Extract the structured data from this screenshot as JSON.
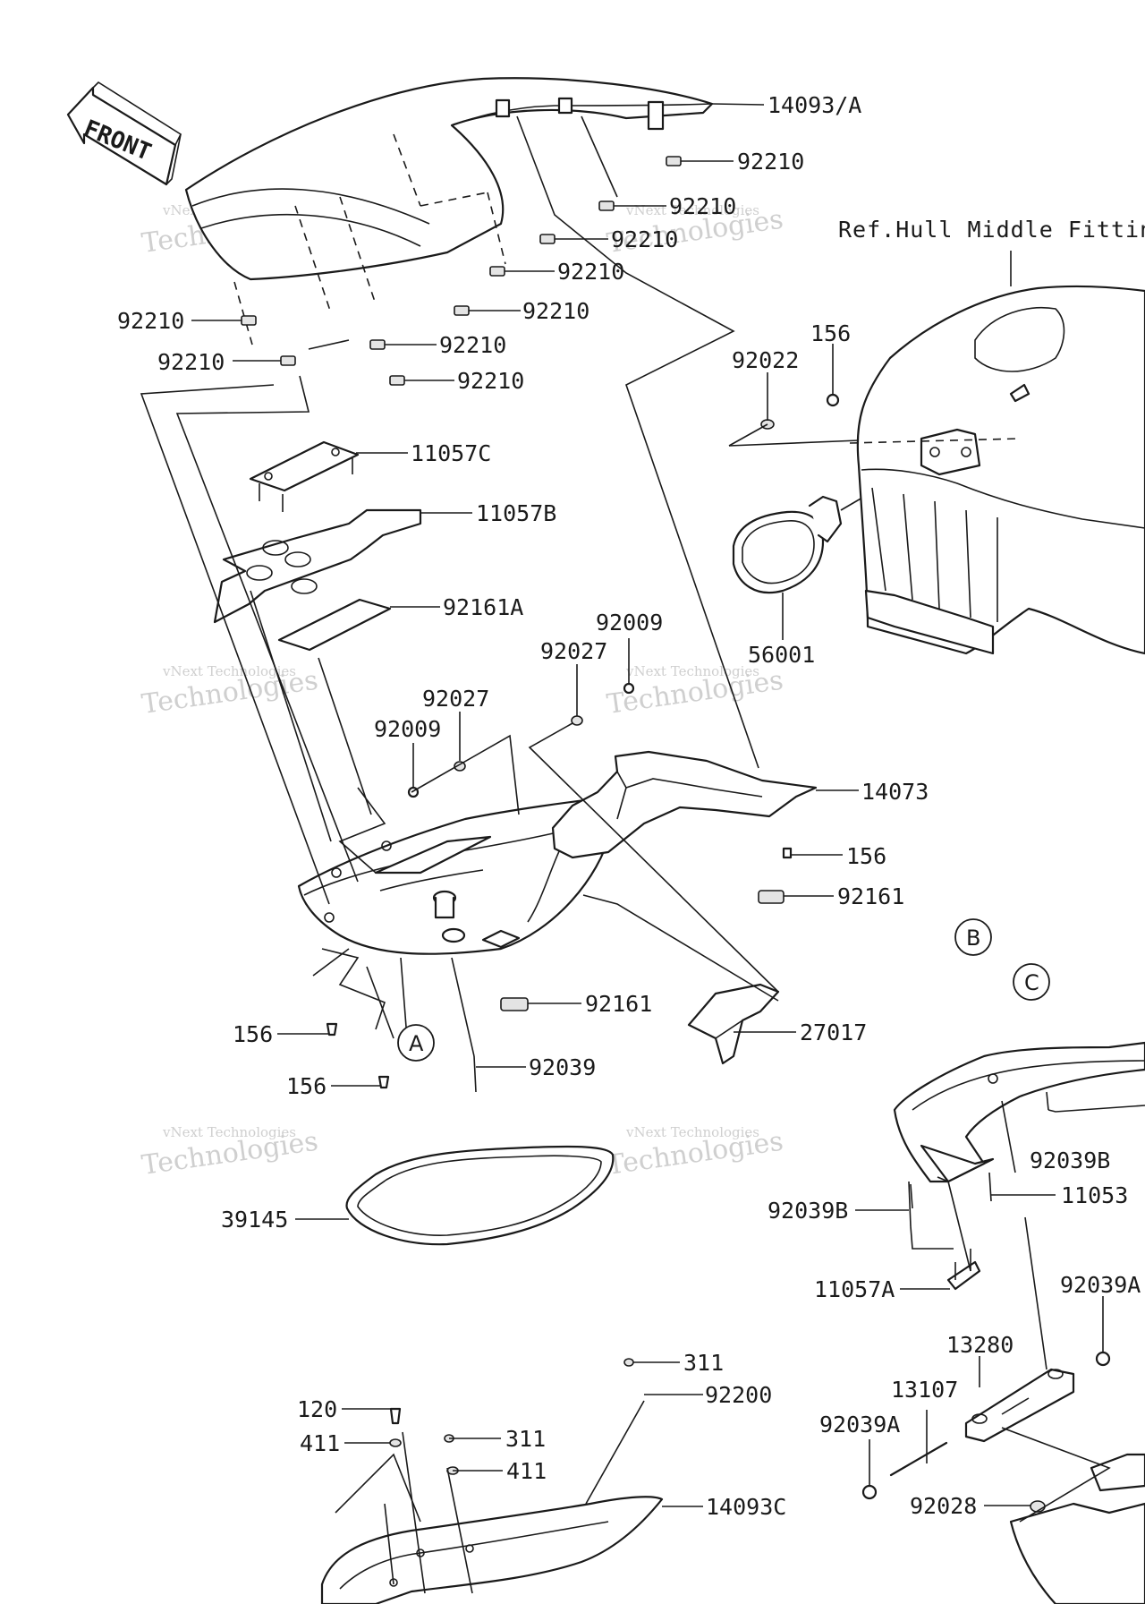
{
  "front_arrow": {
    "label": "FRONT"
  },
  "reference_text": "Ref.Hull Middle Fittin",
  "part_labels": [
    {
      "id": "p1",
      "text": "14093/A"
    },
    {
      "id": "p2",
      "text": "92210"
    },
    {
      "id": "p3",
      "text": "92210"
    },
    {
      "id": "p4",
      "text": "92210"
    },
    {
      "id": "p5",
      "text": "92210"
    },
    {
      "id": "p6",
      "text": "92210"
    },
    {
      "id": "p7",
      "text": "92210"
    },
    {
      "id": "p8",
      "text": "92210"
    },
    {
      "id": "p9",
      "text": "92210"
    },
    {
      "id": "p10",
      "text": "92210"
    },
    {
      "id": "p11",
      "text": "11057C"
    },
    {
      "id": "p12",
      "text": "11057B"
    },
    {
      "id": "p13",
      "text": "92161A"
    },
    {
      "id": "p14",
      "text": "92022"
    },
    {
      "id": "p15",
      "text": "156"
    },
    {
      "id": "p16",
      "text": "56001"
    },
    {
      "id": "p17",
      "text": "92009"
    },
    {
      "id": "p18",
      "text": "92027"
    },
    {
      "id": "p19",
      "text": "92027"
    },
    {
      "id": "p20",
      "text": "92009"
    },
    {
      "id": "p21",
      "text": "14073"
    },
    {
      "id": "p22",
      "text": "156"
    },
    {
      "id": "p23",
      "text": "92161"
    },
    {
      "id": "p24",
      "text": "92161"
    },
    {
      "id": "p25",
      "text": "27017"
    },
    {
      "id": "p26",
      "text": "156"
    },
    {
      "id": "p27",
      "text": "156"
    },
    {
      "id": "p28",
      "text": "92039"
    },
    {
      "id": "p29",
      "text": "39145"
    },
    {
      "id": "p30",
      "text": "92039B"
    },
    {
      "id": "p31",
      "text": "11053"
    },
    {
      "id": "p32",
      "text": "92039B"
    },
    {
      "id": "p33",
      "text": "11057A"
    },
    {
      "id": "p34",
      "text": "92039A"
    },
    {
      "id": "p35",
      "text": "13280"
    },
    {
      "id": "p36",
      "text": "13107"
    },
    {
      "id": "p37",
      "text": "92039A"
    },
    {
      "id": "p38",
      "text": "92028"
    },
    {
      "id": "p39",
      "text": "311"
    },
    {
      "id": "p40",
      "text": "92200"
    },
    {
      "id": "p41",
      "text": "120"
    },
    {
      "id": "p42",
      "text": "411"
    },
    {
      "id": "p43",
      "text": "311"
    },
    {
      "id": "p44",
      "text": "411"
    },
    {
      "id": "p45",
      "text": "14093C"
    }
  ],
  "callouts": [
    {
      "id": "cA",
      "letter": "A"
    },
    {
      "id": "cB",
      "letter": "B"
    },
    {
      "id": "cC",
      "letter": "C"
    }
  ],
  "watermark": {
    "line1": "vNext Technologies",
    "line2": "Technologies"
  },
  "colors": {
    "ink": "#1a1a1a",
    "watermark": "#cfcfcf",
    "background": "#ffffff"
  }
}
